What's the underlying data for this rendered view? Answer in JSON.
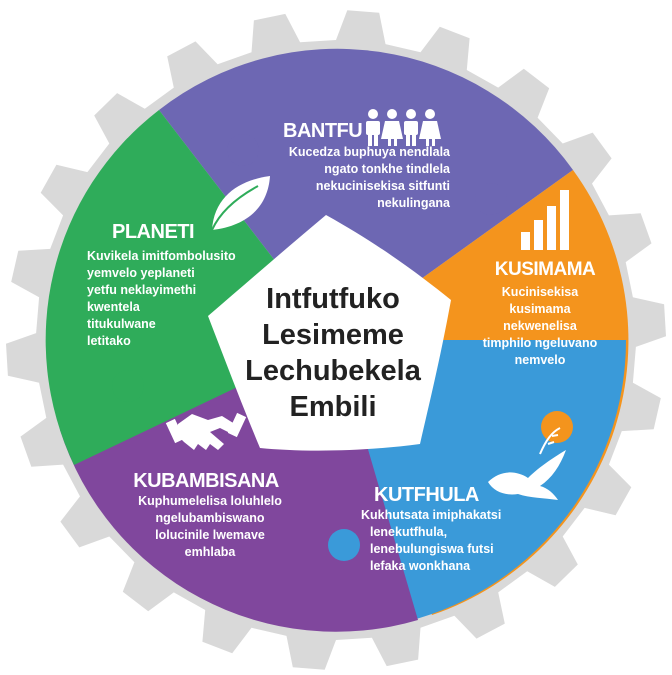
{
  "colors": {
    "gear": "#d9d9d9",
    "bantfu": "#6d67b3",
    "kusimama": "#f4941d",
    "kutfhula": "#3a9ad9",
    "kubambisana": "#80479d",
    "planeti": "#2fac5a",
    "center": "#ffffff",
    "text_dark": "#222222"
  },
  "center": {
    "line1": "Intfutfuko",
    "line2": "Lesimeme",
    "line3": "Lechubekela",
    "line4": "Embili"
  },
  "segments": {
    "bantfu": {
      "title": "BANTFU",
      "icon": "people-icon",
      "line1": "Kucedza buphuya nendlala",
      "line2": "ngato tonkhe tindlela",
      "line3": "nekucinisekisa sitfunti",
      "line4": "nekulingana"
    },
    "kusimama": {
      "title": "KUSIMAMA",
      "icon": "bar-chart-icon",
      "line1": "Kucinisekisa",
      "line2": "kusimama",
      "line3": "nekwenelisa",
      "line4": "timphilo ngeluvano",
      "line5": "nemvelo"
    },
    "kutfhula": {
      "title": "KUTFHULA",
      "icon": "dove-icon",
      "line1": "Kukhutsata imiphakatsi",
      "line2": "lenekutfhula,",
      "line3": "lenebulungiswa futsi",
      "line4": "lefaka wonkhana"
    },
    "kubambisana": {
      "title": "KUBAMBISANA",
      "icon": "handshake-icon",
      "line1": "Kuphumelelisa loluhlelo",
      "line2": "ngelubambiswano",
      "line3": "lolucinile lwemave",
      "line4": "emhlaba"
    },
    "planeti": {
      "title": "PLANETI",
      "icon": "leaf-icon",
      "line1": "Kuvikela imitfombolusito",
      "line2": "yemvelo yeplaneti",
      "line3": "yetfu neklayimethi",
      "line4": "kwentela",
      "line5": "titukulwane",
      "line6": "letitako"
    }
  }
}
